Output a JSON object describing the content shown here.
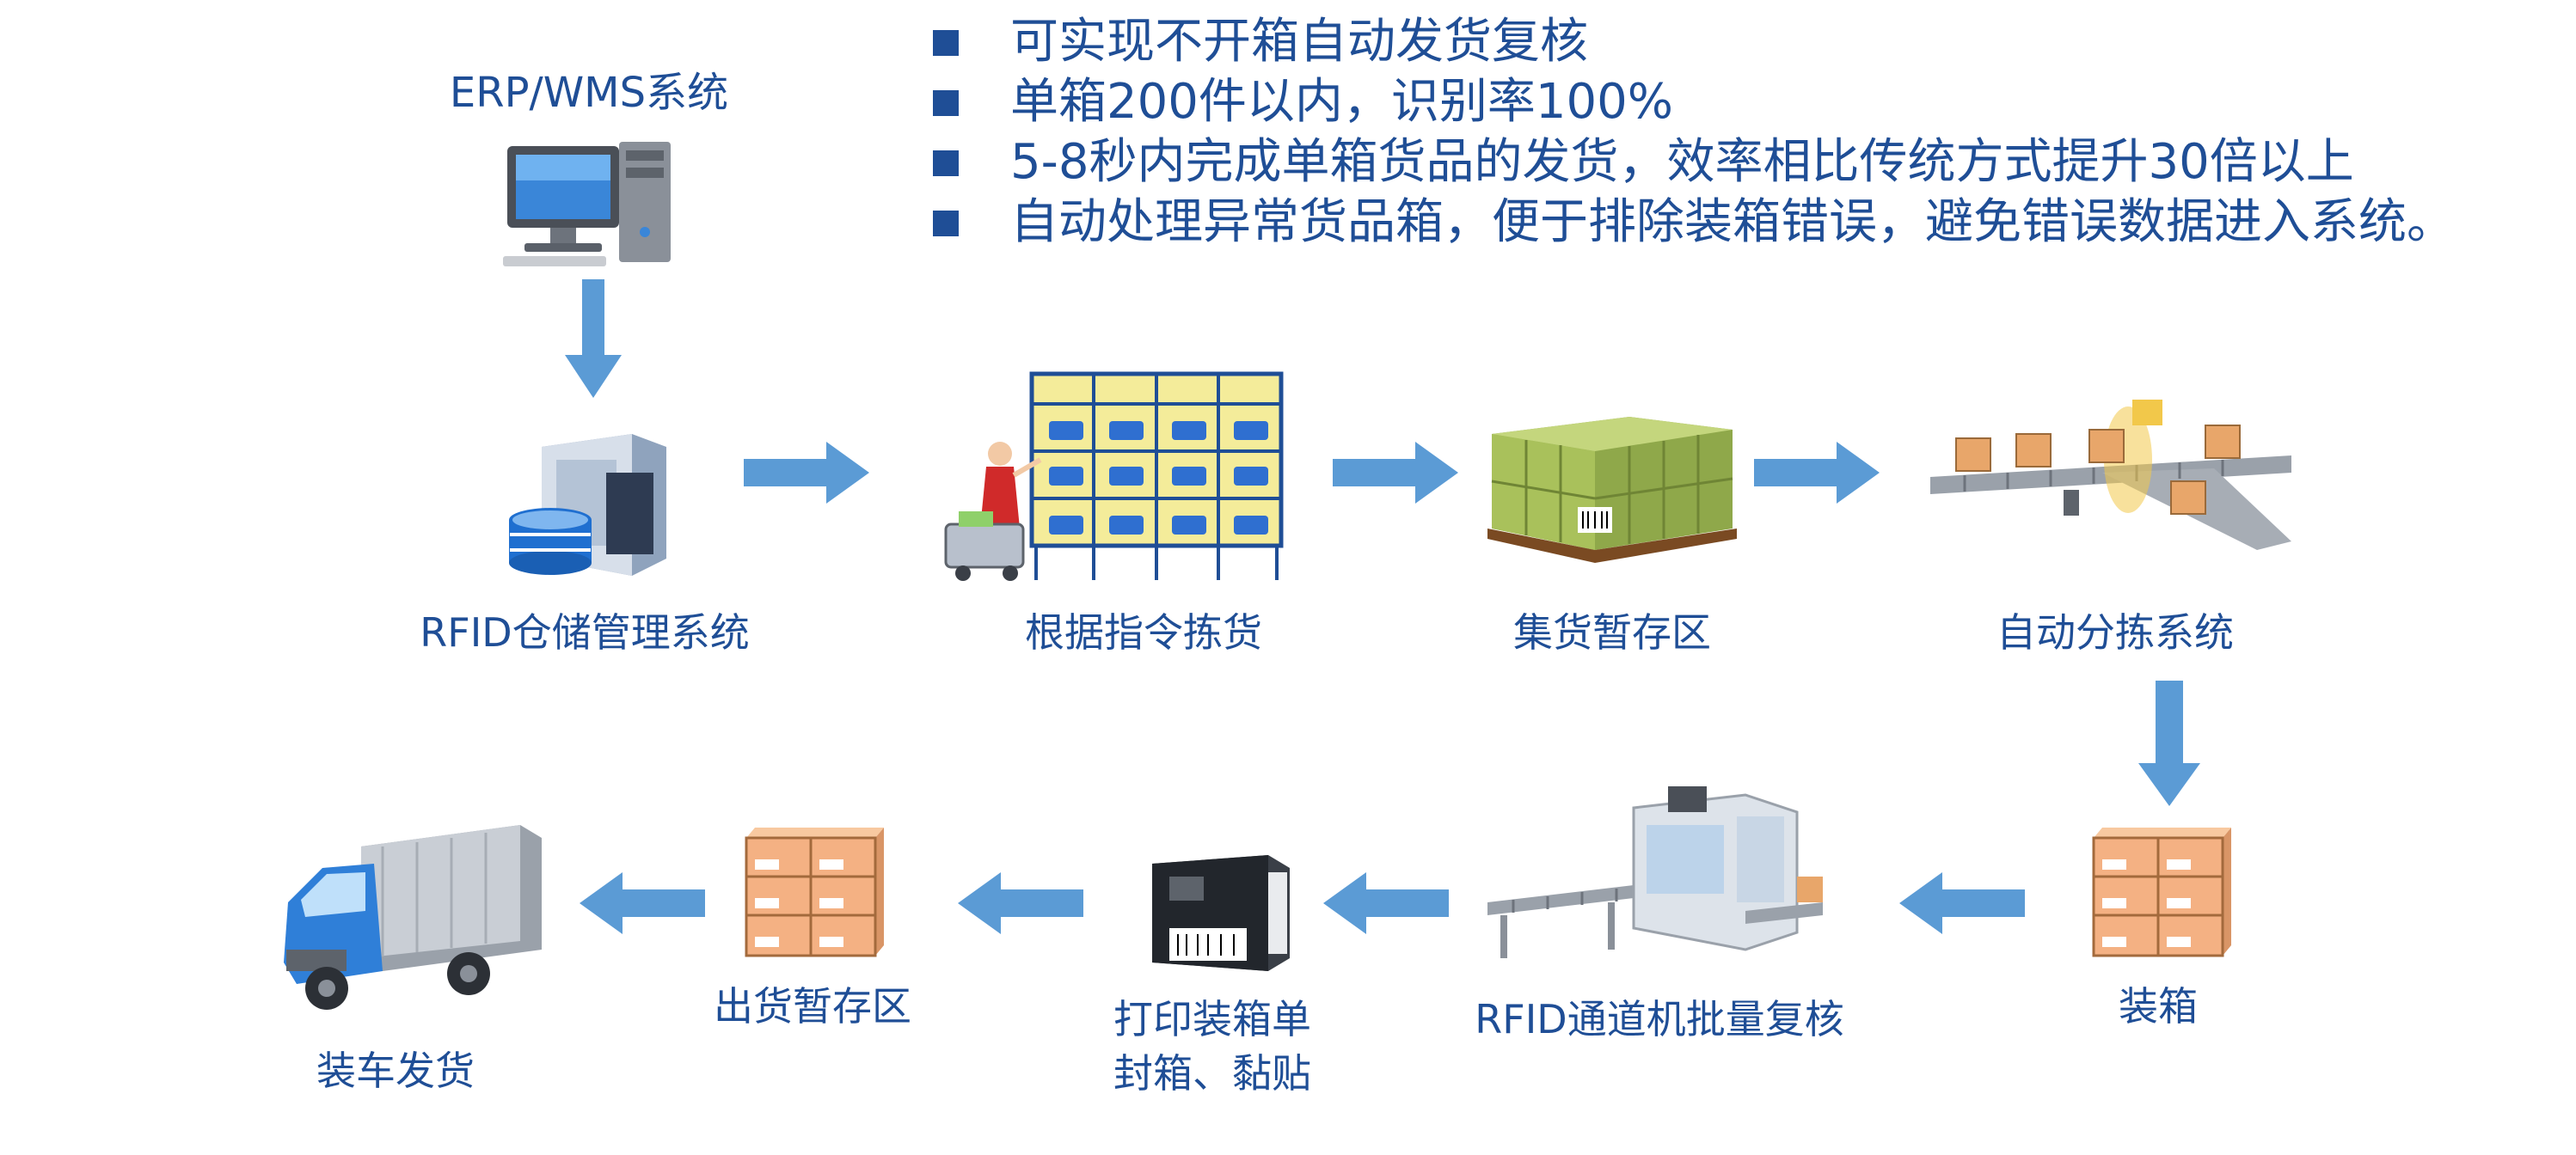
{
  "bullets": [
    "可实现不开箱自动发货复核",
    "单箱200件以内，识别率100%",
    "5-8秒内完成单箱货品的发货，效率相比传统方式提升30倍以上",
    "自动处理异常货品箱，便于排除装箱错误，避免错误数据进入系统。"
  ],
  "nodes": {
    "erp": "ERP/WMS系统",
    "rfid_wms": "RFID仓储管理系统",
    "picking": "根据指令拣货",
    "staging": "集货暂存区",
    "sorting": "自动分拣系统",
    "boxing": "装箱",
    "rfid_tunnel": "RFID通道机批量复核",
    "print_line1": "打印装箱单",
    "print_line2": "封箱、黏贴",
    "outbound": "出货暂存区",
    "loading": "装车发货"
  },
  "colors": {
    "text": "#1f4e96",
    "arrow": "#5b9bd5",
    "bullet": "#1f4e96",
    "box": "#f4b183",
    "pallet_box": "#a9c15b"
  }
}
